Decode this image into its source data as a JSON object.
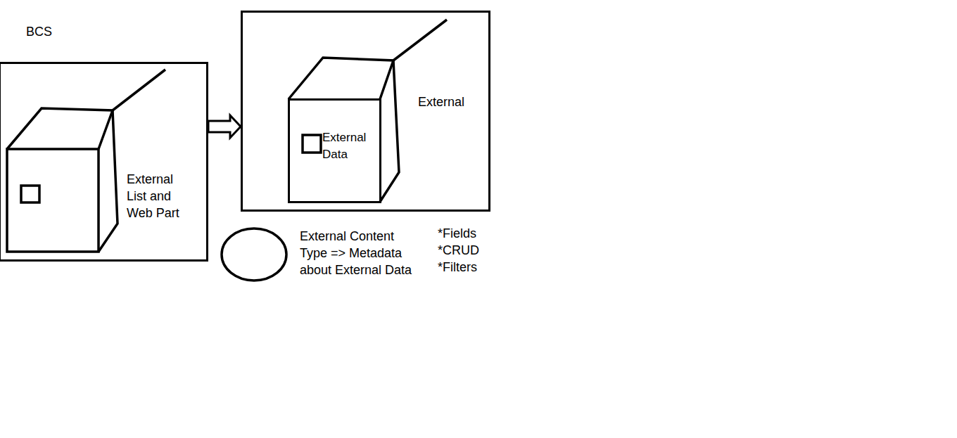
{
  "diagram": {
    "title": "BCS",
    "nodes": [
      {
        "text": [
          "External List and Web Part"
        ]
      },
      {
        "text": [
          "External"
        ]
      },
      {
        "text": [
          "External Data"
        ],
        "in": 1
      },
      {
        "text": [
          "External Content Type => Metadata about External Data"
        ]
      }
    ],
    "edges": [
      {
        "from": 0,
        "to": 1,
        "arrow": "to"
      }
    ],
    "labels": [
      "*Fields",
      "*CRUD",
      "*Filters"
    ]
  }
}
